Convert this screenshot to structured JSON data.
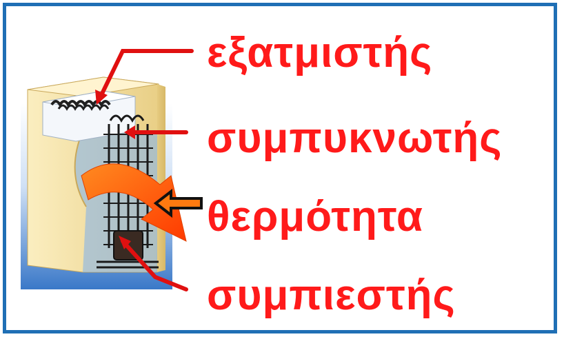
{
  "labels": {
    "evaporator": "εξατμιστής",
    "condenser": "συμπυκνωτής",
    "heat": "θερμότητα",
    "compressor": "συμπιεστής"
  },
  "colors": {
    "label_text": "#ff1a1a",
    "pointer_lines": "#e01010",
    "frame_border": "#1f6fb5",
    "fridge_body": "#f2dc9c",
    "heat_arrow": "#ff5a10"
  },
  "icons": {
    "fridge": "refrigerator-cutaway-illustration",
    "heat_flow": "curved-heat-arrow",
    "pointer": "outline-arrow-left-icon"
  }
}
